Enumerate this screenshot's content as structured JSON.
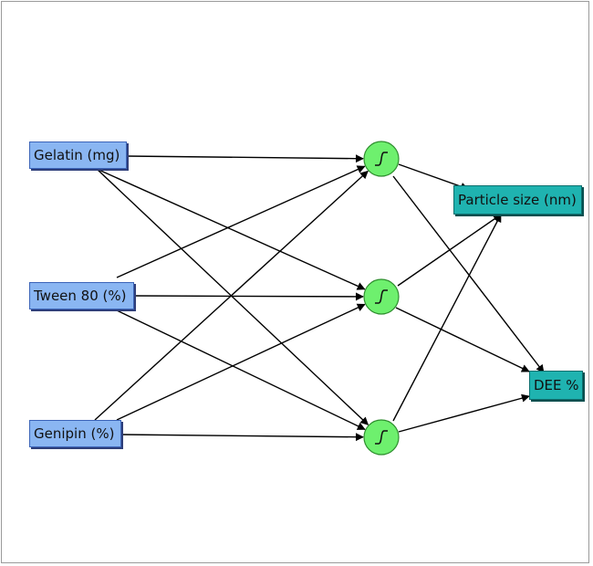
{
  "inputs": [
    {
      "label": "Gelatin (mg)"
    },
    {
      "label": "Tween 80 (%)"
    },
    {
      "label": "Genipin (%)"
    }
  ],
  "hidden": [
    {
      "icon": "sigmoid-icon"
    },
    {
      "icon": "sigmoid-icon"
    },
    {
      "icon": "sigmoid-icon"
    }
  ],
  "outputs": [
    {
      "label": "Particle size (nm)"
    },
    {
      "label": "DEE %"
    }
  ],
  "colors": {
    "input_fill": "#8ab6f2",
    "output_fill": "#1fb3b0",
    "neuron_fill": "#6ef06e",
    "edge": "#000000"
  }
}
